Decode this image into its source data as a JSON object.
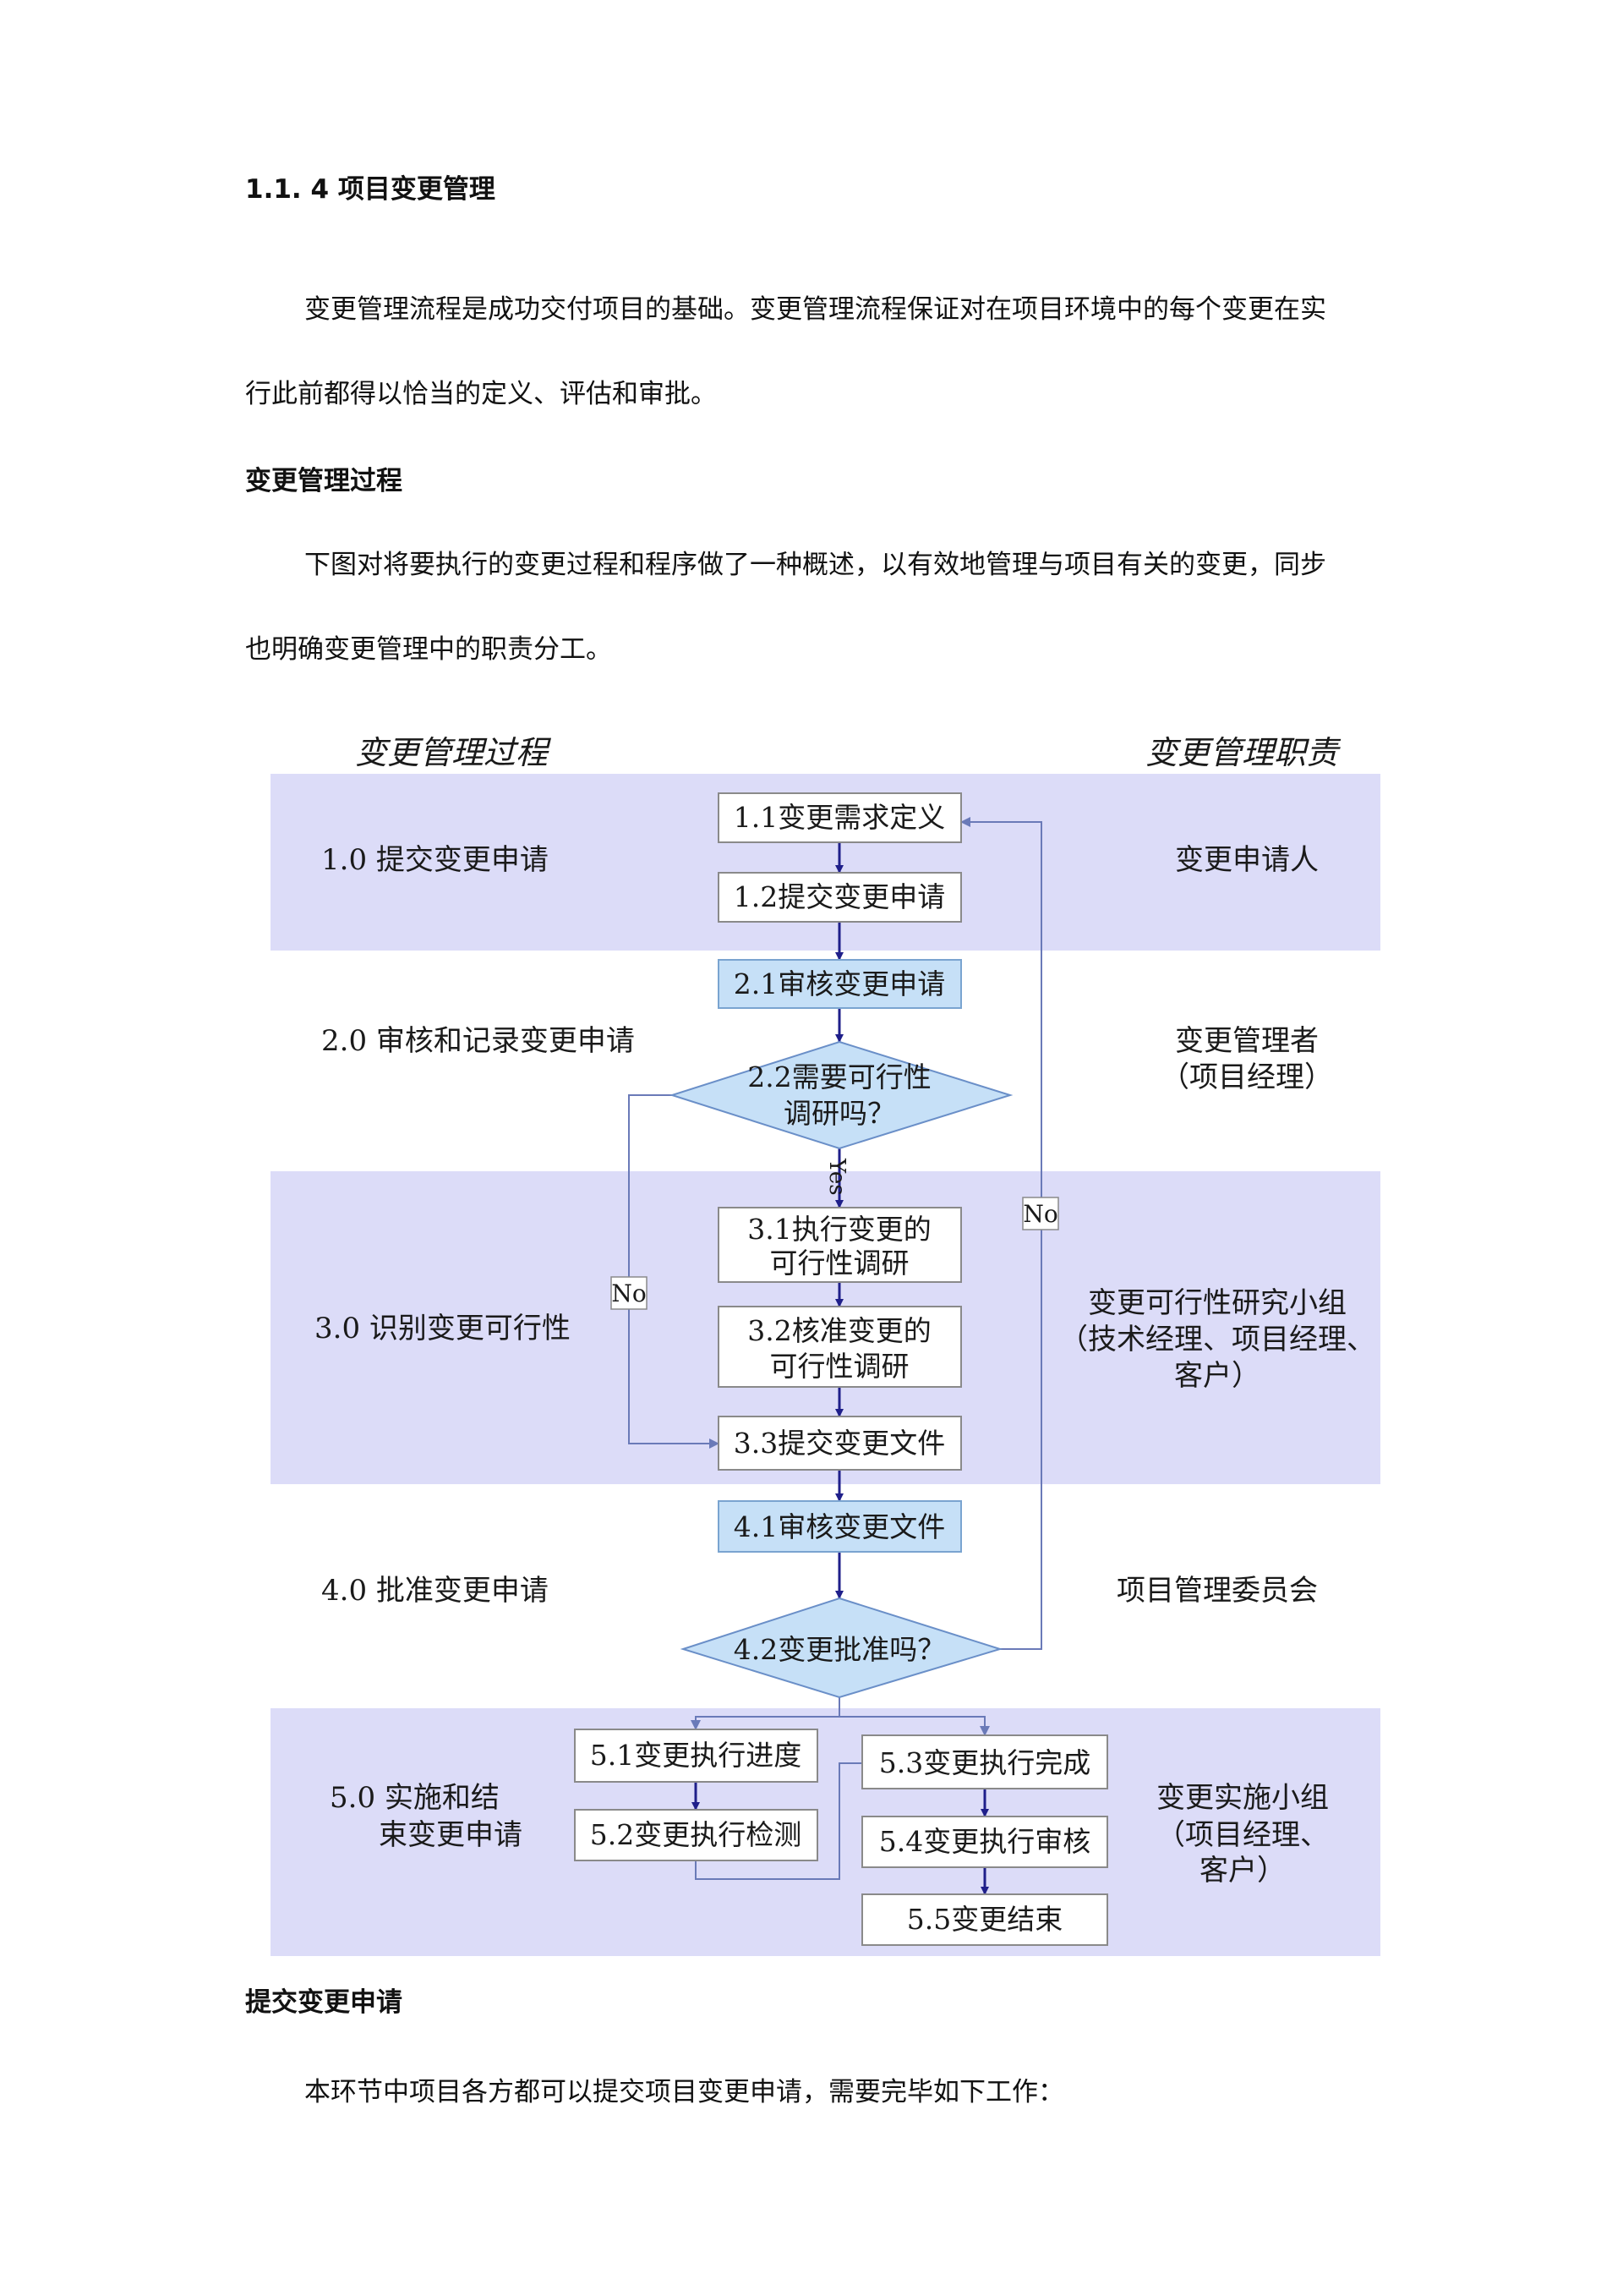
{
  "section_heading": "1.1. 4 项目变更管理",
  "intro_lines": [
    "变更管理流程是成功交付项目的基础。变更管理流程保证对在项目环境中的每个变更在实",
    "行此前都得以恰当的定义、评估和审批。"
  ],
  "process_heading": "变更管理过程",
  "process_lines": [
    "下图对将要执行的变更过程和程序做了一种概述，以有效地管理与项目有关的变更，同步",
    "也明确变更管理中的职责分工。"
  ],
  "diagram": {
    "left_title": "变更管理过程",
    "right_title": "变更管理职责",
    "phases": [
      "1.0  提交变更申请",
      "2.0  审核和记录变更申请",
      "3.0  识别变更可行性",
      "4.0  批准变更申请",
      "5.0  实施和结",
      "束变更申请"
    ],
    "roles": [
      "变更申请人",
      "变更管理者",
      "（项目经理）",
      "变更可行性研究小组",
      "（技术经理、项目经理、",
      "客户）",
      "项目管理委员会",
      "变更实施小组",
      "（项目经理、",
      "客户）"
    ],
    "boxes": {
      "b11": "1.1变更需求定义",
      "b12": "1.2提交变更申请",
      "b21": "2.1审核变更申请",
      "b22a": "2.2需要可行性",
      "b22b": "调研吗？",
      "b31a": "3.1执行变更的",
      "b31b": "可行性调研",
      "b32a": "3.2核准变更的",
      "b32b": "可行性调研",
      "b33": "3.3提交变更文件",
      "b41": "4.1审核变更文件",
      "b42": "4.2变更批准吗？",
      "b51": "5.1变更执行进度",
      "b52": "5.2变更执行检测",
      "b53": "5.3变更执行完成",
      "b54": "5.4变更执行审核",
      "b55": "5.5变更结束"
    },
    "label_no": "No",
    "label_yes": "Yes"
  },
  "submit_heading": "提交变更申请",
  "submit_line": "本环节中项目各方都可以提交项目变更申请，需要完毕如下工作："
}
